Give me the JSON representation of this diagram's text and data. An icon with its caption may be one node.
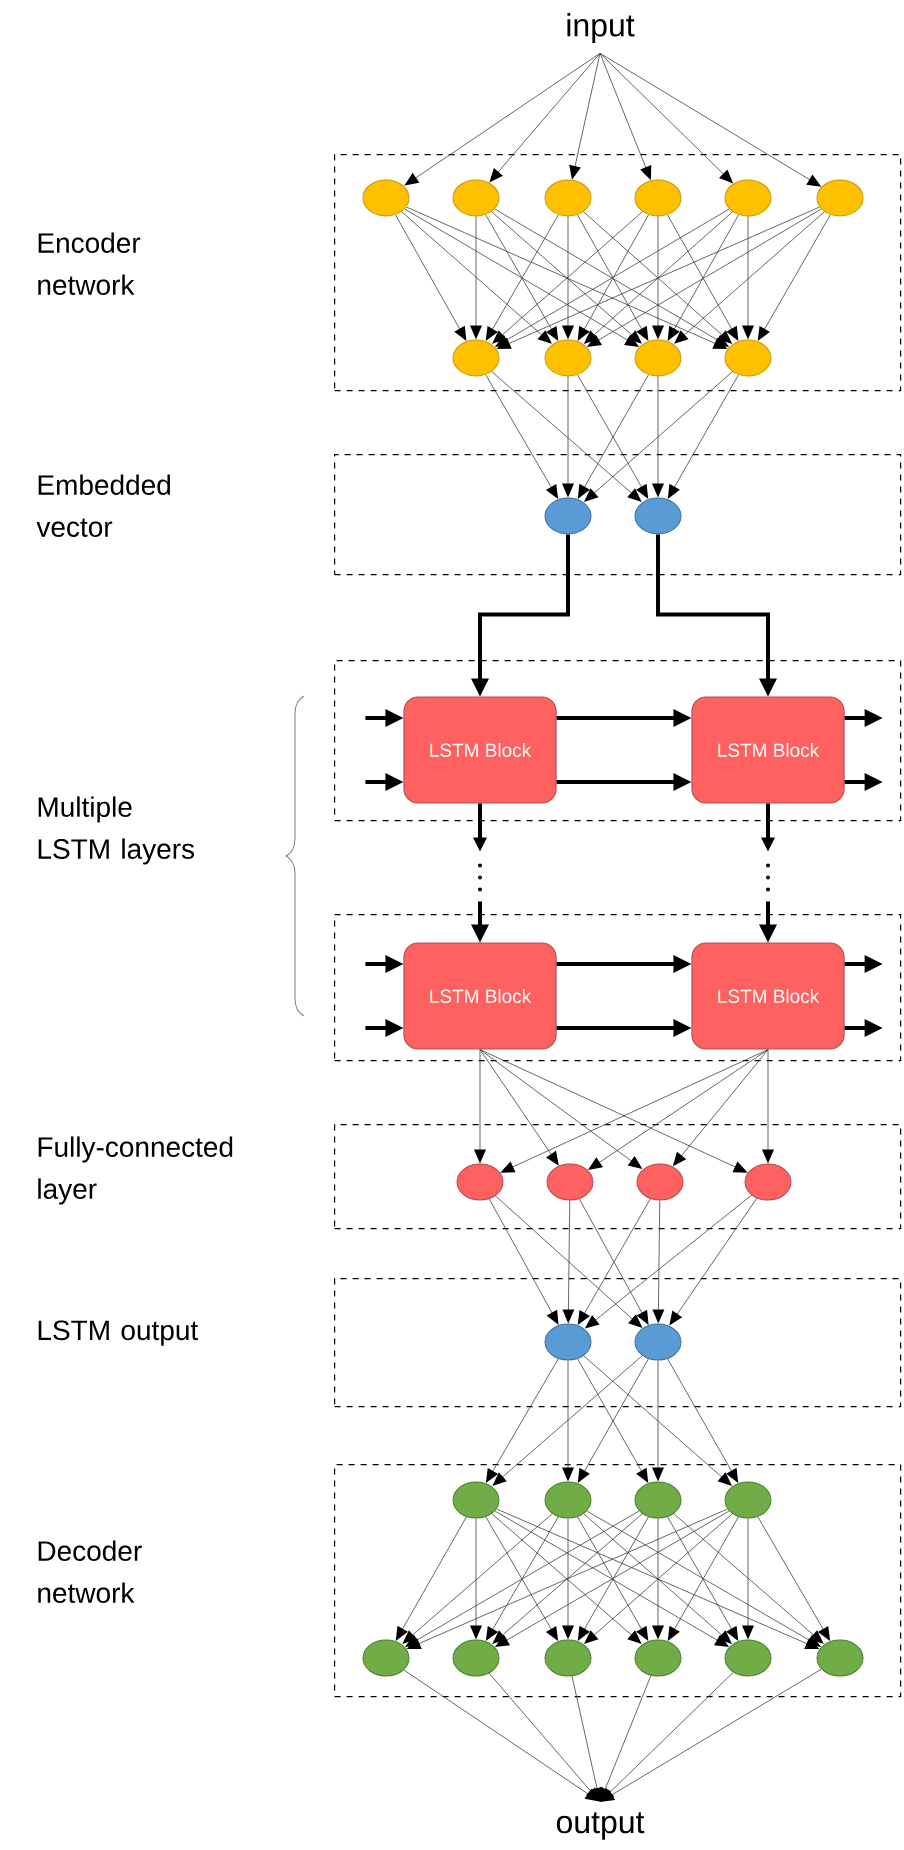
{
  "diagram": {
    "nodes": [
      {
        "text": [
          "input"
        ]
      },
      {
        "text": [],
        "shape": "box"
      },
      {
        "text": [],
        "shape": "circle",
        "in": 1
      },
      {
        "text": [],
        "shape": "circle",
        "in": 1
      },
      {
        "text": [],
        "shape": "circle",
        "in": 1
      },
      {
        "text": [],
        "shape": "circle",
        "in": 1
      },
      {
        "text": [],
        "shape": "circle",
        "in": 1
      },
      {
        "text": [],
        "shape": "circle",
        "in": 1
      },
      {
        "text": [],
        "shape": "circle",
        "in": 1
      },
      {
        "text": [],
        "shape": "circle",
        "in": 1
      },
      {
        "text": [],
        "shape": "circle",
        "in": 1
      },
      {
        "text": [],
        "shape": "circle",
        "in": 1
      },
      {
        "text": [],
        "shape": "box"
      },
      {
        "text": [],
        "shape": "circle",
        "in": 12
      },
      {
        "text": [],
        "shape": "circle",
        "in": 12
      },
      {
        "text": [],
        "shape": "box"
      },
      {
        "text": [
          "LSTM Block"
        ],
        "in": 15
      },
      {
        "text": [
          "LSTM Block"
        ],
        "in": 15
      },
      {
        "text": [],
        "shape": "box"
      },
      {
        "text": [
          "LSTM Block"
        ],
        "in": 18
      },
      {
        "text": [
          "LSTM Block"
        ],
        "in": 18
      },
      {
        "text": [],
        "shape": "box"
      },
      {
        "text": [],
        "shape": "circle",
        "in": 21
      },
      {
        "text": [],
        "shape": "circle",
        "in": 21
      },
      {
        "text": [],
        "shape": "circle",
        "in": 21
      },
      {
        "text": [],
        "shape": "circle",
        "in": 21
      },
      {
        "text": [],
        "shape": "box"
      },
      {
        "text": [],
        "shape": "circle",
        "in": 26
      },
      {
        "text": [],
        "shape": "circle",
        "in": 26
      },
      {
        "text": [],
        "shape": "box"
      },
      {
        "text": [],
        "shape": "circle",
        "in": 29
      },
      {
        "text": [],
        "shape": "circle",
        "in": 29
      },
      {
        "text": [],
        "shape": "circle",
        "in": 29
      },
      {
        "text": [],
        "shape": "circle",
        "in": 29
      },
      {
        "text": [],
        "shape": "circle",
        "in": 29
      },
      {
        "text": [],
        "shape": "circle",
        "in": 29
      },
      {
        "text": [],
        "shape": "circle",
        "in": 29
      },
      {
        "text": [],
        "shape": "circle",
        "in": 29
      },
      {
        "text": [],
        "shape": "circle",
        "in": 29
      },
      {
        "text": [],
        "shape": "circle",
        "in": 29
      },
      {
        "text": [
          "output"
        ]
      }
    ],
    "edges": [
      {
        "from": 0,
        "to": 2,
        "arrow": "to"
      },
      {
        "from": 0,
        "to": 3,
        "arrow": "to"
      },
      {
        "from": 0,
        "to": 4,
        "arrow": "to"
      },
      {
        "from": 0,
        "to": 5,
        "arrow": "to"
      },
      {
        "from": 0,
        "to": 6,
        "arrow": "to"
      },
      {
        "from": 0,
        "to": 7,
        "arrow": "to"
      },
      {
        "from": 2,
        "to": 8,
        "arrow": "to"
      },
      {
        "from": 2,
        "to": 9,
        "arrow": "to"
      },
      {
        "from": 2,
        "to": 10,
        "arrow": "to"
      },
      {
        "from": 2,
        "to": 11,
        "arrow": "to"
      },
      {
        "from": 3,
        "to": 8,
        "arrow": "to"
      },
      {
        "from": 3,
        "to": 9,
        "arrow": "to"
      },
      {
        "from": 3,
        "to": 10,
        "arrow": "to"
      },
      {
        "from": 3,
        "to": 11,
        "arrow": "to"
      },
      {
        "from": 4,
        "to": 8,
        "arrow": "to"
      },
      {
        "from": 4,
        "to": 9,
        "arrow": "to"
      },
      {
        "from": 4,
        "to": 10,
        "arrow": "to"
      },
      {
        "from": 4,
        "to": 11,
        "arrow": "to"
      },
      {
        "from": 5,
        "to": 8,
        "arrow": "to"
      },
      {
        "from": 5,
        "to": 9,
        "arrow": "to"
      },
      {
        "from": 5,
        "to": 10,
        "arrow": "to"
      },
      {
        "from": 5,
        "to": 11,
        "arrow": "to"
      },
      {
        "from": 6,
        "to": 8,
        "arrow": "to"
      },
      {
        "from": 6,
        "to": 9,
        "arrow": "to"
      },
      {
        "from": 6,
        "to": 10,
        "arrow": "to"
      },
      {
        "from": 6,
        "to": 11,
        "arrow": "to"
      },
      {
        "from": 7,
        "to": 8,
        "arrow": "to"
      },
      {
        "from": 7,
        "to": 9,
        "arrow": "to"
      },
      {
        "from": 7,
        "to": 10,
        "arrow": "to"
      },
      {
        "from": 7,
        "to": 11,
        "arrow": "to"
      },
      {
        "from": 8,
        "to": 13,
        "arrow": "to"
      },
      {
        "from": 8,
        "to": 14,
        "arrow": "to"
      },
      {
        "from": 9,
        "to": 13,
        "arrow": "to"
      },
      {
        "from": 9,
        "to": 14,
        "arrow": "to"
      },
      {
        "from": 10,
        "to": 13,
        "arrow": "to"
      },
      {
        "from": 10,
        "to": 14,
        "arrow": "to"
      },
      {
        "from": 11,
        "to": 13,
        "arrow": "to"
      },
      {
        "from": 11,
        "to": 14,
        "arrow": "to"
      },
      {
        "from": 13,
        "to": 16,
        "arrow": "to",
        "style": "thick"
      },
      {
        "from": 14,
        "to": 17,
        "arrow": "to",
        "style": "thick"
      },
      {
        "from": null,
        "to": 16,
        "arrow": "to",
        "style": "thick"
      },
      {
        "from": null,
        "to": 16,
        "arrow": "to",
        "style": "thick"
      },
      {
        "from": 16,
        "to": 17,
        "arrow": "to",
        "style": "thick"
      },
      {
        "from": 16,
        "to": 17,
        "arrow": "to",
        "style": "thick"
      },
      {
        "from": 17,
        "to": null,
        "arrow": "to",
        "style": "thick"
      },
      {
        "from": 17,
        "to": null,
        "arrow": "to",
        "style": "thick"
      },
      {
        "from": 16,
        "to": 19,
        "arrow": "to",
        "style": "dashed"
      },
      {
        "from": 17,
        "to": 20,
        "arrow": "to",
        "style": "dashed"
      },
      {
        "from": null,
        "to": 19,
        "arrow": "to",
        "style": "thick"
      },
      {
        "from": null,
        "to": 19,
        "arrow": "to",
        "style": "thick"
      },
      {
        "from": 19,
        "to": 20,
        "arrow": "to",
        "style": "thick"
      },
      {
        "from": 19,
        "to": 20,
        "arrow": "to",
        "style": "thick"
      },
      {
        "from": 20,
        "to": null,
        "arrow": "to",
        "style": "thick"
      },
      {
        "from": 20,
        "to": null,
        "arrow": "to",
        "style": "thick"
      },
      {
        "from": 19,
        "to": 22,
        "arrow": "to"
      },
      {
        "from": 19,
        "to": 23,
        "arrow": "to"
      },
      {
        "from": 19,
        "to": 24,
        "arrow": "to"
      },
      {
        "from": 19,
        "to": 25,
        "arrow": "to"
      },
      {
        "from": 20,
        "to": 22,
        "arrow": "to"
      },
      {
        "from": 20,
        "to": 23,
        "arrow": "to"
      },
      {
        "from": 20,
        "to": 24,
        "arrow": "to"
      },
      {
        "from": 20,
        "to": 25,
        "arrow": "to"
      },
      {
        "from": 22,
        "to": 27,
        "arrow": "to"
      },
      {
        "from": 22,
        "to": 28,
        "arrow": "to"
      },
      {
        "from": 23,
        "to": 27,
        "arrow": "to"
      },
      {
        "from": 23,
        "to": 28,
        "arrow": "to"
      },
      {
        "from": 24,
        "to": 27,
        "arrow": "to"
      },
      {
        "from": 24,
        "to": 28,
        "arrow": "to"
      },
      {
        "from": 25,
        "to": 27,
        "arrow": "to"
      },
      {
        "from": 25,
        "to": 28,
        "arrow": "to"
      },
      {
        "from": 27,
        "to": 30,
        "arrow": "to"
      },
      {
        "from": 27,
        "to": 31,
        "arrow": "to"
      },
      {
        "from": 27,
        "to": 32,
        "arrow": "to"
      },
      {
        "from": 27,
        "to": 33,
        "arrow": "to"
      },
      {
        "from": 28,
        "to": 30,
        "arrow": "to"
      },
      {
        "from": 28,
        "to": 31,
        "arrow": "to"
      },
      {
        "from": 28,
        "to": 32,
        "arrow": "to"
      },
      {
        "from": 28,
        "to": 33,
        "arrow": "to"
      },
      {
        "from": 30,
        "to": 34,
        "arrow": "to"
      },
      {
        "from": 30,
        "to": 35,
        "arrow": "to"
      },
      {
        "from": 30,
        "to": 36,
        "arrow": "to"
      },
      {
        "from": 30,
        "to": 37,
        "arrow": "to"
      },
      {
        "from": 30,
        "to": 38,
        "arrow": "to"
      },
      {
        "from": 30,
        "to": 39,
        "arrow": "to"
      },
      {
        "from": 31,
        "to": 34,
        "arrow": "to"
      },
      {
        "from": 31,
        "to": 35,
        "arrow": "to"
      },
      {
        "from": 31,
        "to": 36,
        "arrow": "to"
      },
      {
        "from": 31,
        "to": 37,
        "arrow": "to"
      },
      {
        "from": 31,
        "to": 38,
        "arrow": "to"
      },
      {
        "from": 31,
        "to": 39,
        "arrow": "to"
      },
      {
        "from": 32,
        "to": 34,
        "arrow": "to"
      },
      {
        "from": 32,
        "to": 35,
        "arrow": "to"
      },
      {
        "from": 32,
        "to": 36,
        "arrow": "to"
      },
      {
        "from": 32,
        "to": 37,
        "arrow": "to"
      },
      {
        "from": 32,
        "to": 38,
        "arrow": "to"
      },
      {
        "from": 32,
        "to": 39,
        "arrow": "to"
      },
      {
        "from": 33,
        "to": 34,
        "arrow": "to"
      },
      {
        "from": 33,
        "to": 35,
        "arrow": "to"
      },
      {
        "from": 33,
        "to": 36,
        "arrow": "to"
      },
      {
        "from": 33,
        "to": 37,
        "arrow": "to"
      },
      {
        "from": 33,
        "to": 38,
        "arrow": "to"
      },
      {
        "from": 33,
        "to": 39,
        "arrow": "to"
      },
      {
        "from": 34,
        "to": 40,
        "arrow": "to"
      },
      {
        "from": 35,
        "to": 40,
        "arrow": "to"
      },
      {
        "from": 36,
        "to": 40,
        "arrow": "to"
      },
      {
        "from": 37,
        "to": 40,
        "arrow": "to"
      },
      {
        "from": 38,
        "to": 40,
        "arrow": "to"
      },
      {
        "from": 39,
        "to": 40,
        "arrow": "to"
      }
    ],
    "labels": [
      "Encoder network",
      "Embedded vector",
      "Multiple LSTM layers",
      "Fully-connected layer",
      "LSTM output",
      "Decoder network"
    ]
  }
}
